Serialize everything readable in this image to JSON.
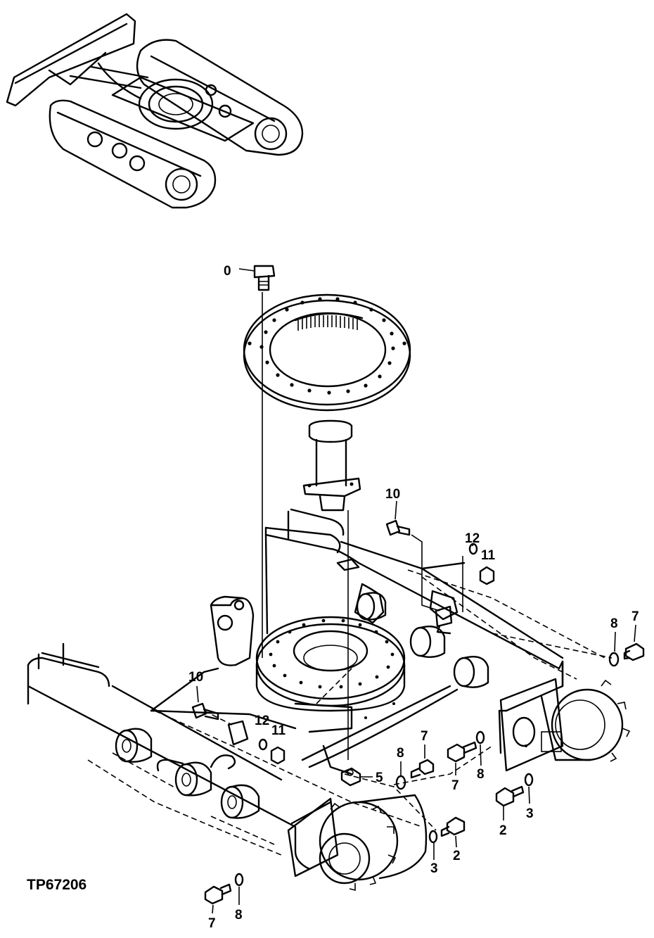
{
  "figure_id": "TP67206",
  "callouts": {
    "c0": "0",
    "c10_top": "10",
    "c12_top": "12",
    "c11_top": "11",
    "c8_right": "8",
    "c7_right": "7",
    "c10_left": "10",
    "c12_left": "12",
    "c11_left": "11",
    "c5": "5",
    "c8_mid": "8",
    "c7_mid_top": "7",
    "c7_mid_left": "7",
    "c8_mid_right": "8",
    "c2_right": "2",
    "c3_right": "3",
    "c2_bottom": "2",
    "c3_bottom": "3",
    "c7_bottom": "7",
    "c8_bottom": "8"
  }
}
